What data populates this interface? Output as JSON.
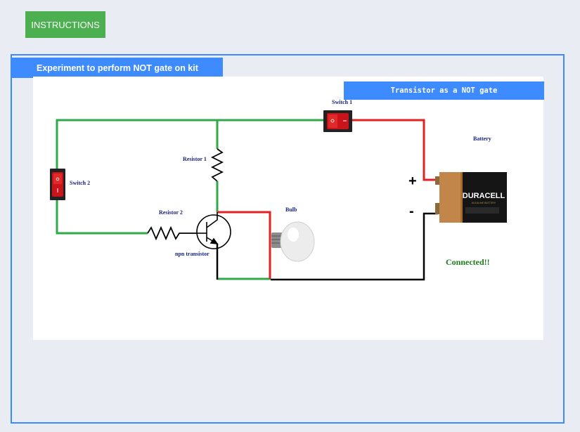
{
  "header": {
    "instructions_label": "INSTRUCTIONS"
  },
  "panel": {
    "title": "Experiment to perform NOT gate on kit",
    "canvas_title": "Transistor as a NOT gate"
  },
  "circuit": {
    "labels": {
      "switch1": "Switch 1",
      "switch2": "Switch 2",
      "resistor1": "Resistor 1",
      "resistor2": "Resistor 2",
      "transistor": "npn transistor",
      "bulb": "Bulb",
      "battery": "Battery",
      "plus": "+",
      "minus": "-"
    },
    "battery_brand": "DURACELL",
    "battery_sub": "ALKALINE BATTERY",
    "status": "Connected!!",
    "colors": {
      "green_wire": "#2eaa4a",
      "red_wire": "#e12222",
      "black_wire": "#000000",
      "accent": "#3d8bff",
      "button": "#4caf50"
    }
  }
}
